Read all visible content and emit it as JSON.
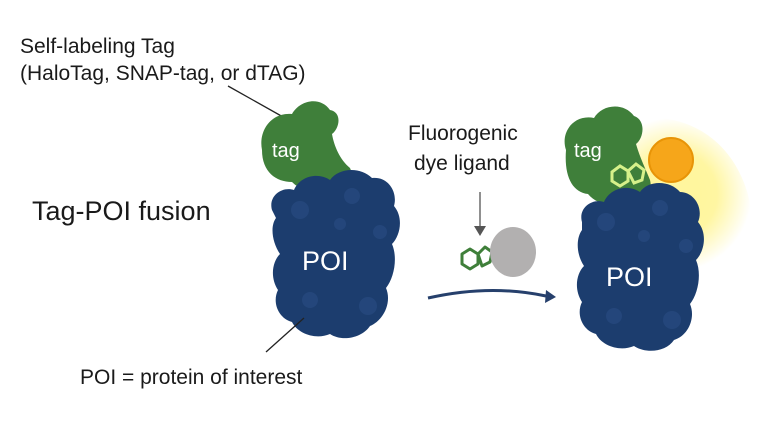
{
  "labels": {
    "tag_name": "Self-labeling Tag",
    "tag_options": "(HaloTag, SNAP-tag, or dTAG)",
    "fusion": "Tag-POI fusion",
    "dye_line1": "Fluorogenic",
    "dye_line2": "dye ligand",
    "poi_definition": "POI = protein of interest",
    "tag_left": "tag",
    "poi_left": "POI",
    "tag_right": "tag",
    "poi_right": "POI"
  },
  "colors": {
    "protein_navy": "#1c3d6e",
    "tag_green": "#3f7f3a",
    "dye_grey": "#b2b0b0",
    "fluorophore_orange": "#f6a61a",
    "glow_yellow": "#fff27a",
    "arrow_navy": "#26406c"
  }
}
